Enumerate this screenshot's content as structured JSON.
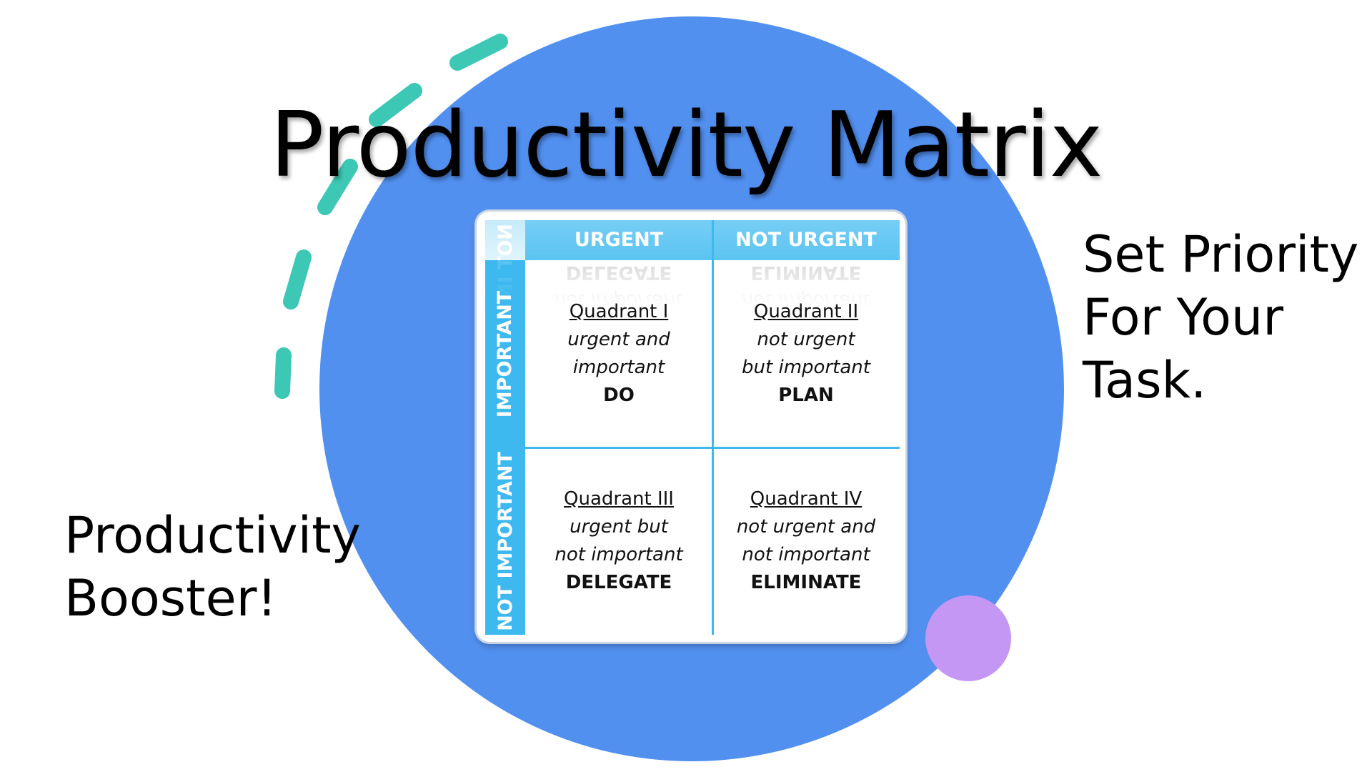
{
  "title": "Productivity Matrix",
  "right_text": [
    "Set Priority",
    "For Your",
    "Task."
  ],
  "left_text": [
    "Productivity",
    "Booster!"
  ],
  "matrix": {
    "columns": [
      "URGENT",
      "NOT URGENT"
    ],
    "rows": [
      "IMPORTANT",
      "NOT IMPORTANT"
    ],
    "quadrants": [
      {
        "name": "Quadrant I",
        "desc1": "urgent and",
        "desc2": "important",
        "action": "DO"
      },
      {
        "name": "Quadrant II",
        "desc1": "not urgent",
        "desc2": "but important",
        "action": "PLAN"
      },
      {
        "name": "Quadrant III",
        "desc1": "urgent but",
        "desc2": "not important",
        "action": "DELEGATE"
      },
      {
        "name": "Quadrant IV",
        "desc1": "not urgent and",
        "desc2": "not important",
        "action": "ELIMINATE"
      }
    ]
  },
  "colors": {
    "circle": "#5290f0",
    "accent_dot": "#c597f5",
    "dash_arc": "#3cc8b4",
    "header": "#3db9f0"
  }
}
